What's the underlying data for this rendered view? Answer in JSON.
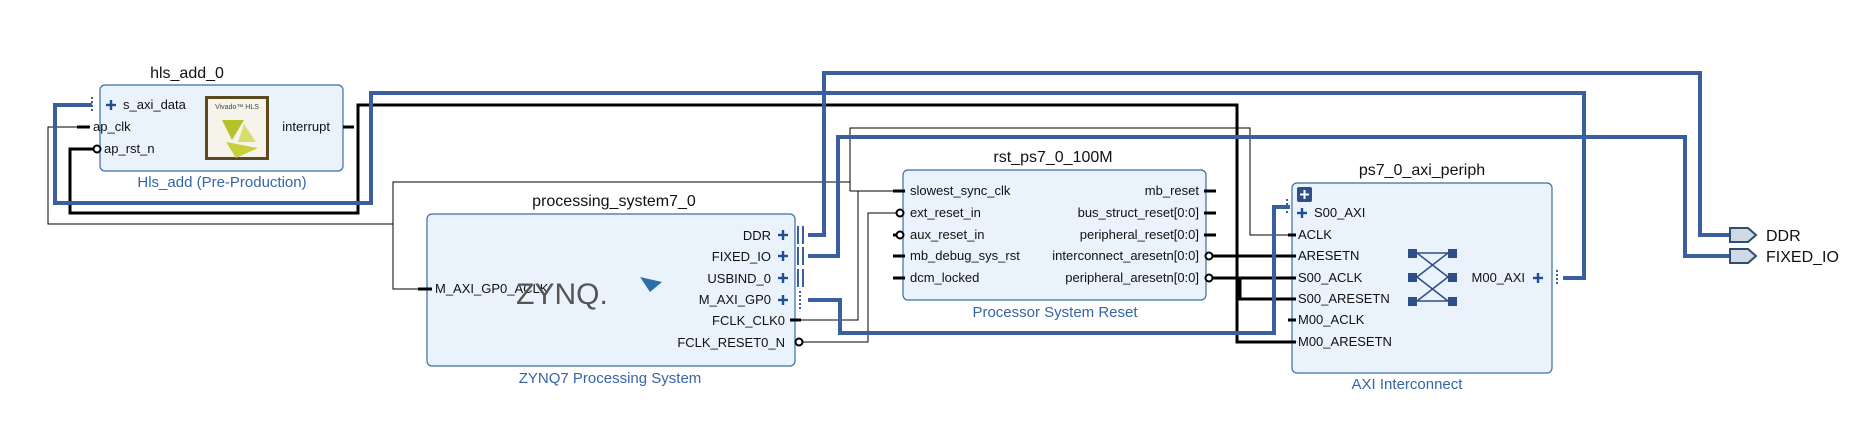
{
  "blocks": {
    "hls": {
      "title": "hls_add_0",
      "subtitle": "Hls_add (Pre-Production)",
      "logo_text": "Vivado™ HLS",
      "ports_in": [
        "s_axi_data",
        "ap_clk",
        "ap_rst_n"
      ],
      "ports_out": [
        "interrupt"
      ]
    },
    "ps7": {
      "title": "processing_system7_0",
      "subtitle": "ZYNQ7 Processing System",
      "logo_text": "ZYNQ.",
      "ports_in": [
        "M_AXI_GP0_ACLK"
      ],
      "ports_out": [
        "DDR",
        "FIXED_IO",
        "USBIND_0",
        "M_AXI_GP0",
        "FCLK_CLK0",
        "FCLK_RESET0_N"
      ]
    },
    "rst": {
      "title": "rst_ps7_0_100M",
      "subtitle": "Processor System Reset",
      "ports_in": [
        "slowest_sync_clk",
        "ext_reset_in",
        "aux_reset_in",
        "mb_debug_sys_rst",
        "dcm_locked"
      ],
      "ports_out": [
        "mb_reset",
        "bus_struct_reset[0:0]",
        "peripheral_reset[0:0]",
        "interconnect_aresetn[0:0]",
        "peripheral_aresetn[0:0]"
      ]
    },
    "axi": {
      "title": "ps7_0_axi_periph",
      "subtitle": "AXI Interconnect",
      "ports_in": [
        "S00_AXI",
        "ACLK",
        "ARESETN",
        "S00_ACLK",
        "S00_ARESETN",
        "M00_ACLK",
        "M00_ARESETN"
      ],
      "ports_out": [
        "M00_AXI"
      ]
    }
  },
  "external_ports": [
    "DDR",
    "FIXED_IO"
  ],
  "colors": {
    "block_fill": "#eaf2fb",
    "block_border": "#3a6ea5",
    "bus": "#3a5f9f",
    "subtitle": "#3565a7"
  }
}
